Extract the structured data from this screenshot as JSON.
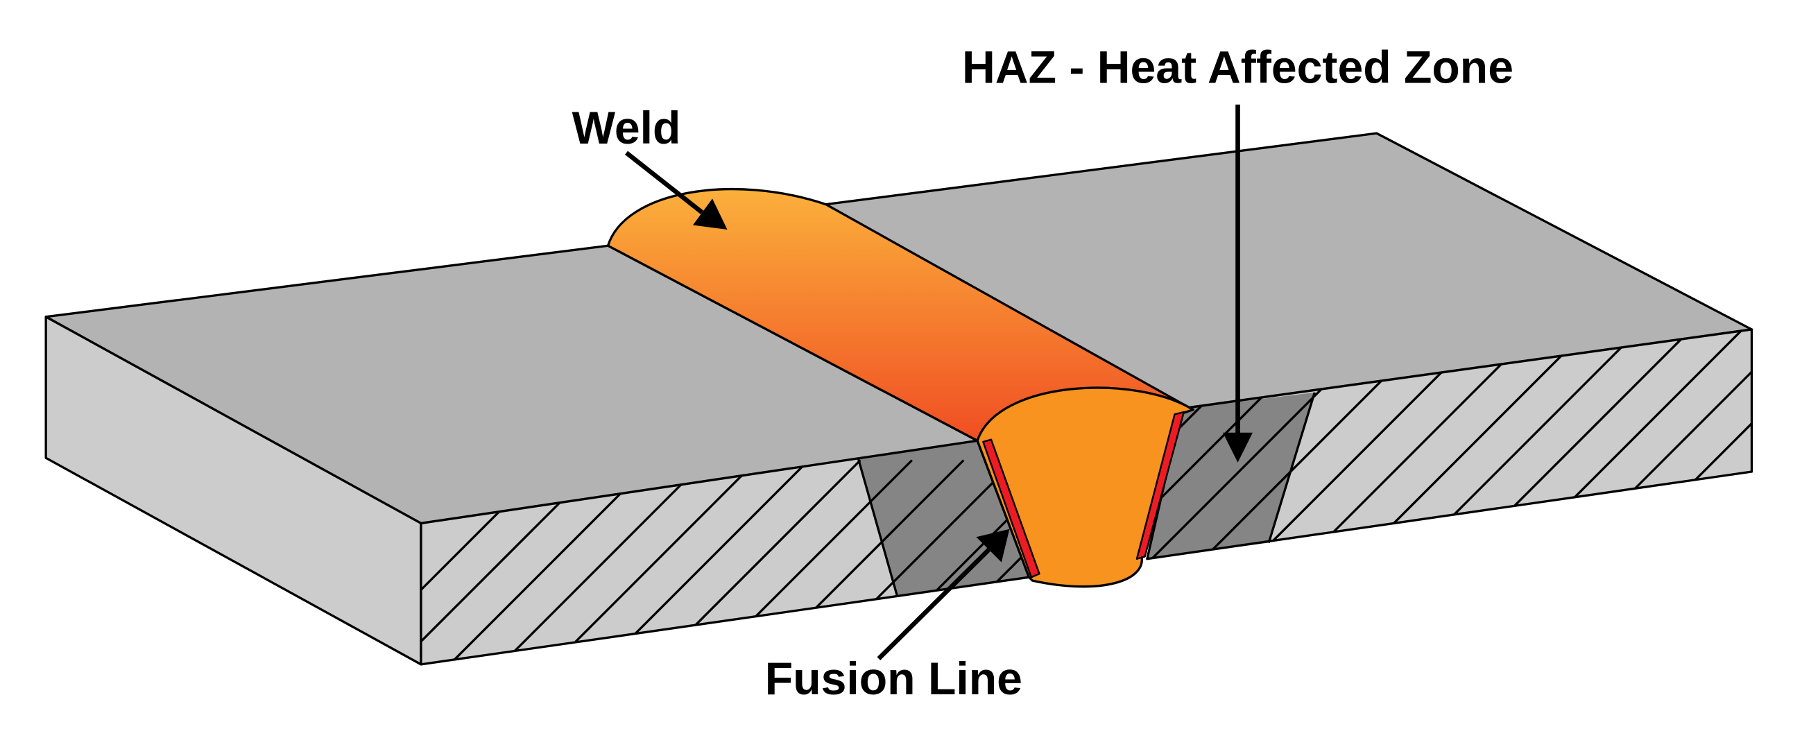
{
  "labels": {
    "weld": "Weld",
    "haz": "HAZ - Heat Affected Zone",
    "fusion_line": "Fusion Line"
  },
  "colors": {
    "plate_top": "#b3b3b3",
    "plate_side": "#cccccc",
    "haz_fill": "#858585",
    "weld_light": "#fbb03b",
    "weld_dark": "#f04e23",
    "weld_end": "#f7931e",
    "fusion_line": "#ed1c24",
    "outline": "#000000"
  }
}
